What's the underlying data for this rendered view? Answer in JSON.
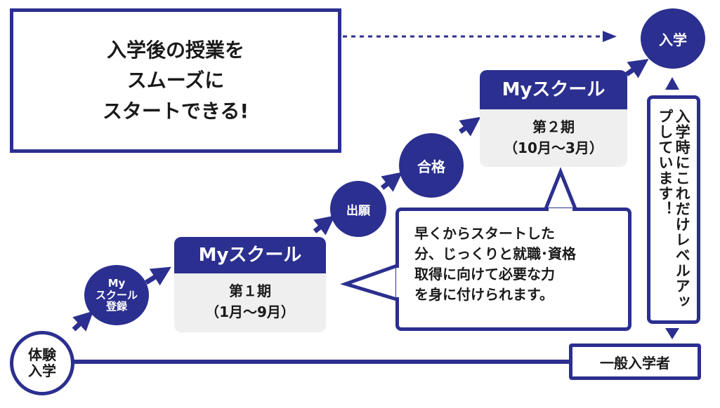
{
  "headline": {
    "lines": [
      "入学後の授業を",
      "スムーズに",
      "スタートできる!"
    ]
  },
  "nodes": {
    "trial": "体験\n入学",
    "my_school_register": "My\nスクール\n登録",
    "application": "出願",
    "pass": "合格",
    "enrollment": "入学"
  },
  "term1": {
    "title": "Myスクール",
    "period": "第１期",
    "months": "（1月～9月）"
  },
  "term2": {
    "title": "Myスクール",
    "period": "第２期",
    "months": "（10月～3月）"
  },
  "callout": {
    "lines": [
      "早くからスタートした",
      "分、じっくりと就職･資格",
      "取得に向けて必要な力",
      "を身に付けられます。"
    ]
  },
  "side_note": "入学時にこれだけレベルアップしています！",
  "general": "一般入学者",
  "colors": {
    "navy": "#2b2f8f",
    "gray": "#efefef"
  }
}
